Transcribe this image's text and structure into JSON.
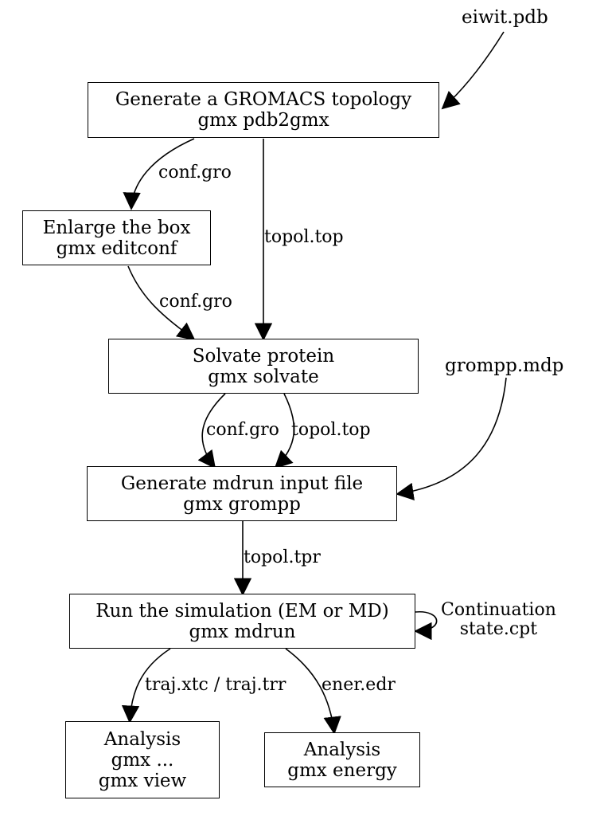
{
  "inputs": {
    "pdb": "eiwit.pdb",
    "mdp": "grompp.mdp"
  },
  "nodes": {
    "pdb2gmx": {
      "title": "Generate a GROMACS topology",
      "command": "gmx pdb2gmx"
    },
    "editconf": {
      "title": "Enlarge the box",
      "command": "gmx editconf"
    },
    "solvate": {
      "title": "Solvate protein",
      "command": "gmx solvate"
    },
    "grompp": {
      "title": "Generate mdrun input file",
      "command": "gmx grompp"
    },
    "mdrun": {
      "title": "Run the simulation (EM or MD)",
      "command": "gmx mdrun"
    },
    "analysis1": {
      "line1": "Analysis",
      "line2": "gmx ...",
      "line3": "gmx view"
    },
    "analysis2": {
      "title": "Analysis",
      "command": "gmx energy"
    }
  },
  "edges": {
    "conf_gro_1": "conf.gro",
    "topol_top_1": "topol.top",
    "conf_gro_2": "conf.gro",
    "conf_gro_3": "conf.gro",
    "topol_top_2": "topol.top",
    "topol_tpr": "topol.tpr",
    "continuation_line1": "Continuation",
    "continuation_line2": "state.cpt",
    "traj": "traj.xtc / traj.trr",
    "ener": "ener.edr"
  }
}
